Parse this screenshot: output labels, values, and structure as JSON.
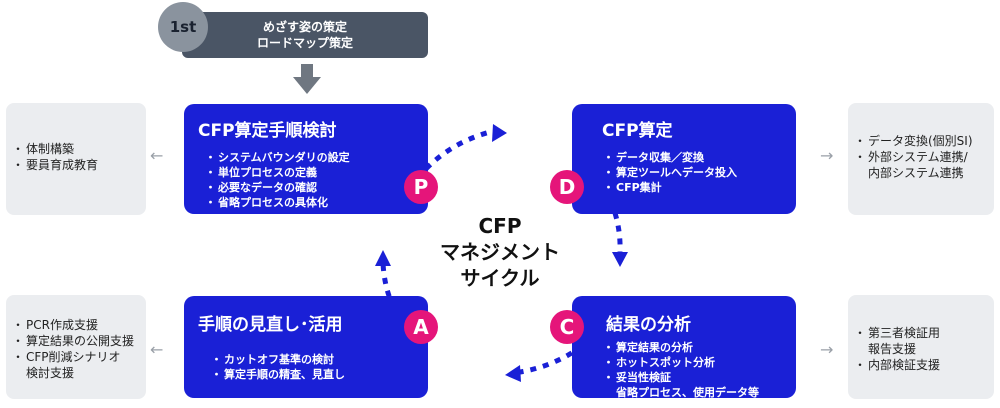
{
  "step": {
    "badge": "1st",
    "lines": [
      "めざす姿の策定",
      "ロードマップ策定"
    ]
  },
  "center": {
    "lines": [
      "CFP",
      "マネジメント",
      "サイクル"
    ]
  },
  "boxes": {
    "plan": {
      "badge": "P",
      "title": "CFP算定手順検討",
      "items": [
        "システムバウンダリの設定",
        "単位プロセスの定義",
        "必要なデータの確認",
        "省略プロセスの具体化"
      ]
    },
    "do": {
      "badge": "D",
      "title": "CFP算定",
      "items": [
        "データ収集／変換",
        "算定ツールへデータ投入",
        "CFP集計"
      ]
    },
    "check": {
      "badge": "C",
      "title": "結果の分析",
      "items": [
        "算定結果の分析",
        "ホットスポット分析",
        "妥当性検証"
      ],
      "item_cont": "省略プロセス、使用データ等"
    },
    "act": {
      "badge": "A",
      "title": "手順の見直し･活用",
      "items": [
        "カットオフ基準の検討",
        "算定手順の精査、見直し"
      ]
    }
  },
  "support": {
    "top_left": [
      "体制構築",
      "要員育成教育"
    ],
    "top_right": [
      "データ変換(個別SI)",
      "外部システム連携/"
    ],
    "top_right_cont": "内部システム連携",
    "bottom_left": [
      "PCR作成支援",
      "算定結果の公開支援",
      "CFP削減シナリオ"
    ],
    "bottom_left_cont": "検討支援",
    "bottom_right": [
      "第三者検証用"
    ],
    "bottom_right_cont": "報告支援",
    "bottom_right_2": [
      "内部検証支援"
    ]
  },
  "colors": {
    "blue": "#1a20d6",
    "magenta": "#e5157a",
    "dark_header": "#4a5565",
    "badge_gray": "#8a939e",
    "support_bg": "#ebedf0",
    "arrow_gray": "#6f7781"
  }
}
